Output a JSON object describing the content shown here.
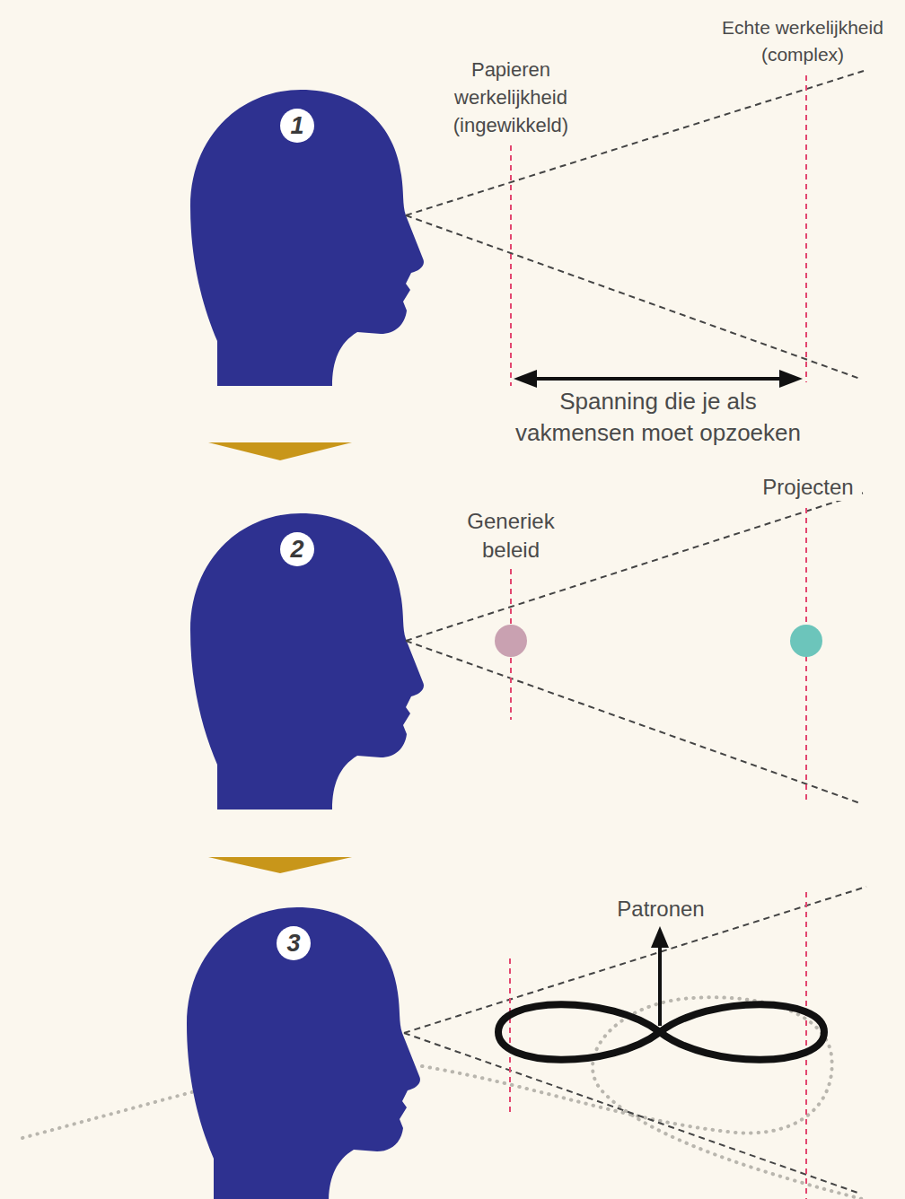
{
  "diagram": {
    "labels": [
      "Echte werkelijkheid (complex)",
      "Papieren werkelijkheid (ingewikkeld)",
      "1",
      "Spanning die je als vakmensen moet opzoeken",
      "Projecten",
      "Generiek beleid",
      "2",
      "Patronen",
      "3"
    ]
  }
}
